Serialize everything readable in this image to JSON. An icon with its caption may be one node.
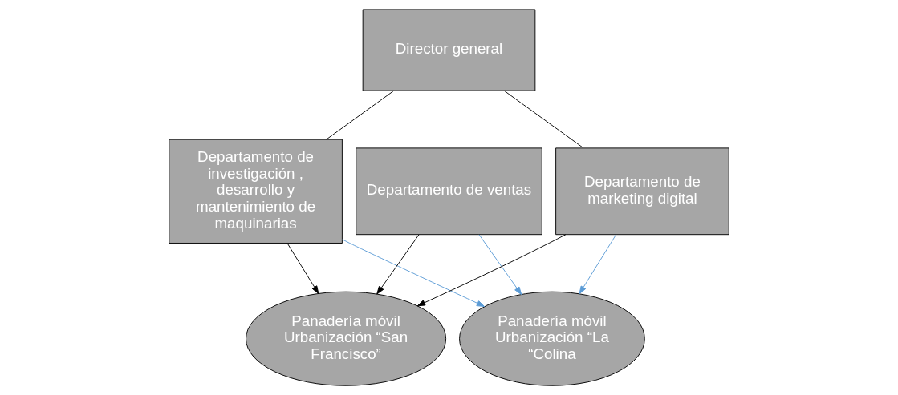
{
  "diagram": {
    "nodes": [
      {
        "text": [
          "Director general"
        ]
      },
      {
        "text": [
          "Departamento de investigación , desarrollo y mantenimiento de maquinarias"
        ]
      },
      {
        "text": [
          "Departamento de ventas"
        ]
      },
      {
        "text": [
          "Departamento de marketing digital"
        ]
      },
      {
        "text": [
          "Panadería móvil Urbanización “San Francisco”"
        ]
      },
      {
        "text": [
          "Panadería móvil Urbanización “La “Colina"
        ]
      }
    ],
    "edges": [
      {
        "from": 0,
        "to": 1,
        "arrow": "none"
      },
      {
        "from": 0,
        "to": 2,
        "arrow": "none"
      },
      {
        "from": 0,
        "to": 3,
        "arrow": "none"
      },
      {
        "from": 1,
        "to": 4,
        "arrow": "to"
      },
      {
        "from": 1,
        "to": 5,
        "arrow": "to",
        "color": "#5b9bd5"
      },
      {
        "from": 2,
        "to": 4,
        "arrow": "to"
      },
      {
        "from": 2,
        "to": 5,
        "arrow": "to",
        "color": "#5b9bd5"
      },
      {
        "from": 3,
        "to": 4,
        "arrow": "to"
      },
      {
        "from": 3,
        "to": 5,
        "arrow": "to",
        "color": "#5b9bd5"
      }
    ]
  }
}
